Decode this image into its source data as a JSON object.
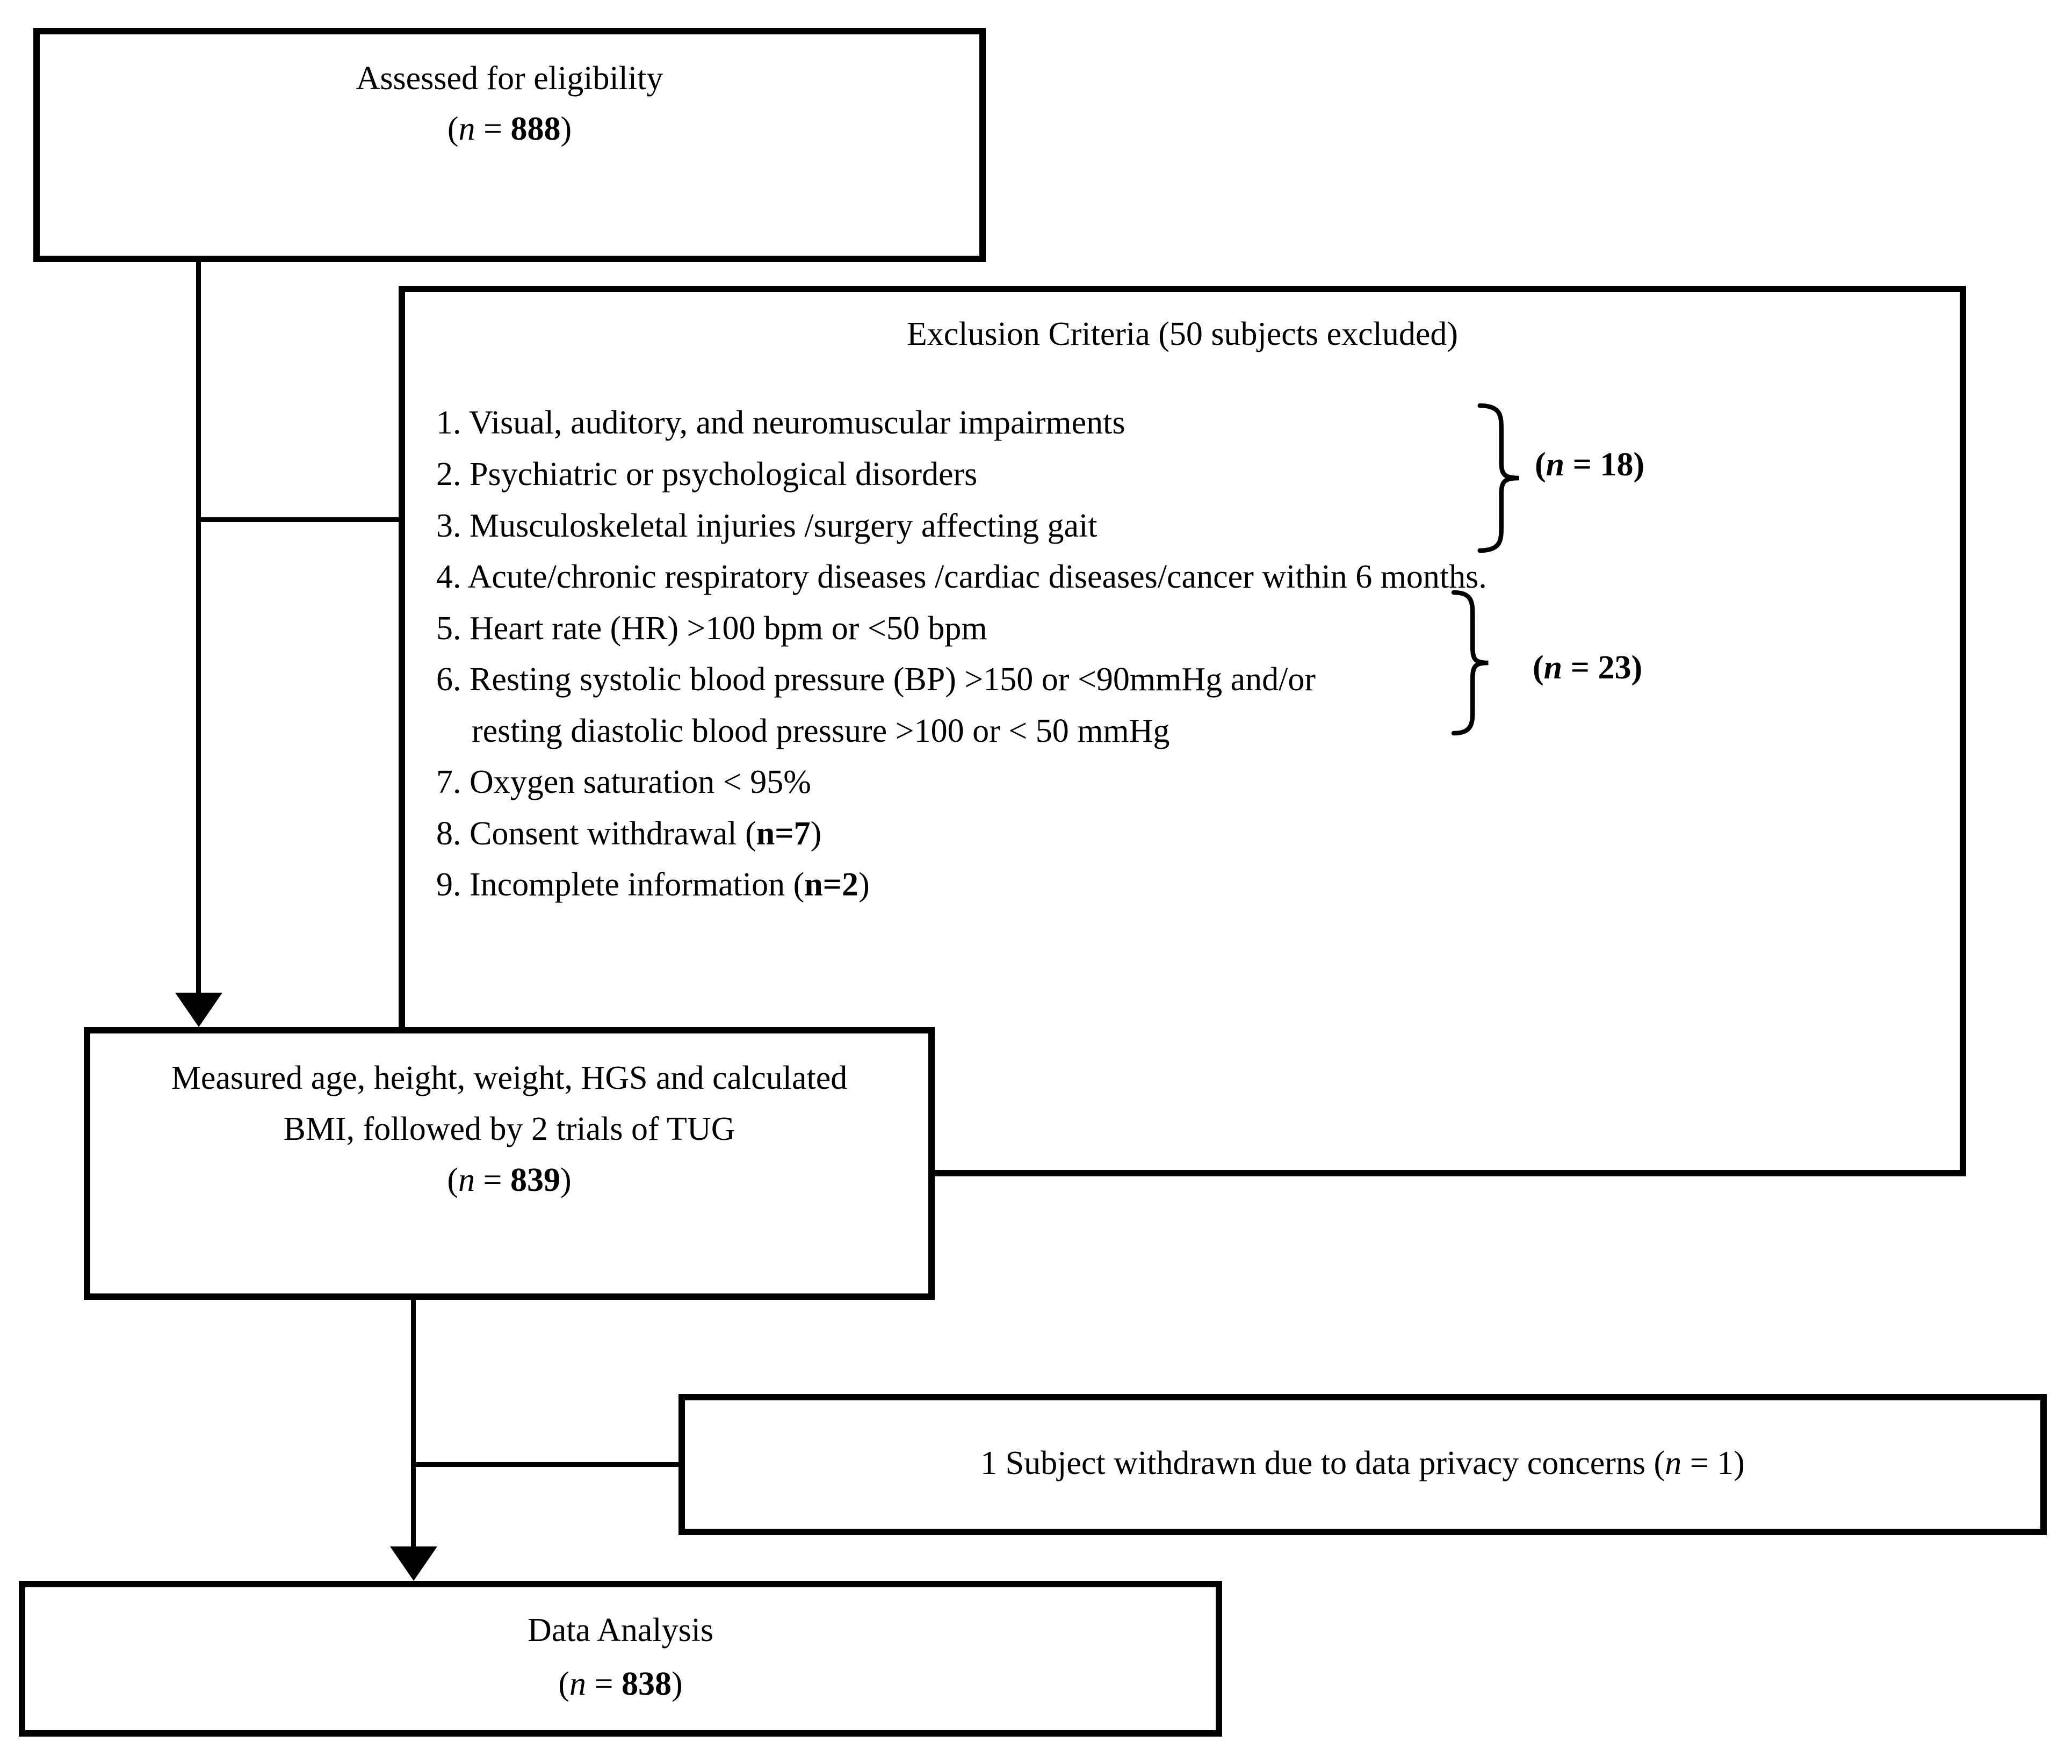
{
  "figure": {
    "type": "participant-flow-diagram",
    "background": "#ffffff",
    "line_color": "#000000"
  },
  "boxes": {
    "assessed": {
      "title": "Assessed for eligibility",
      "count": {
        "open": "(",
        "n": "n",
        "eq": " = ",
        "value": "888",
        "close": ")"
      }
    },
    "exclusion": {
      "title": "Exclusion Criteria (50 subjects excluded)",
      "items": [
        {
          "text": "1. Visual, auditory, and neuromuscular impairments",
          "bold": "",
          "suffix": ""
        },
        {
          "text": "2. Psychiatric or psychological disorders",
          "bold": "",
          "suffix": ""
        },
        {
          "text": "3. Musculoskeletal injuries /surgery affecting gait",
          "bold": "",
          "suffix": ""
        },
        {
          "text": "4. Acute/chronic respiratory diseases /cardiac diseases/cancer within 6 months.",
          "bold": "",
          "suffix": ""
        },
        {
          "text": "5. Heart rate (HR) >100 bpm or <50 bpm",
          "bold": "",
          "suffix": ""
        },
        {
          "text": "6. Resting systolic blood pressure (BP) >150 or <90mmHg and/or",
          "bold": "",
          "suffix": ""
        },
        {
          "text": "resting diastolic blood pressure >100 or < 50 mmHg",
          "bold": "",
          "suffix": ""
        },
        {
          "text": "7. Oxygen saturation < 95%",
          "bold": "",
          "suffix": ""
        },
        {
          "text": "8. Consent withdrawal (",
          "bold": "n=7",
          "suffix": ")"
        },
        {
          "text": "9. Incomplete information (",
          "bold": "n=2",
          "suffix": ")"
        }
      ],
      "group_labels": [
        {
          "open": "(",
          "n": "n",
          "eq": " = ",
          "value": "18",
          "close": ")"
        },
        {
          "open": "(",
          "n": "n",
          "eq": " = ",
          "value": "23",
          "close": ")"
        }
      ]
    },
    "measured": {
      "line1": "Measured age, height, weight, HGS and calculated",
      "line2": "BMI, followed by 2 trials of TUG",
      "count": {
        "open": "(",
        "n": "n",
        "eq": " = ",
        "value": "839",
        "close": ")"
      }
    },
    "withdrawn": {
      "text": "1 Subject withdrawn due to data privacy concerns (",
      "n": "n",
      "eq": " = ",
      "value": "1",
      "close": ")"
    },
    "data_analysis": {
      "title": "Data Analysis",
      "count": {
        "open": "(",
        "n": "n",
        "eq": " = ",
        "value": "838",
        "close": ")"
      }
    }
  }
}
